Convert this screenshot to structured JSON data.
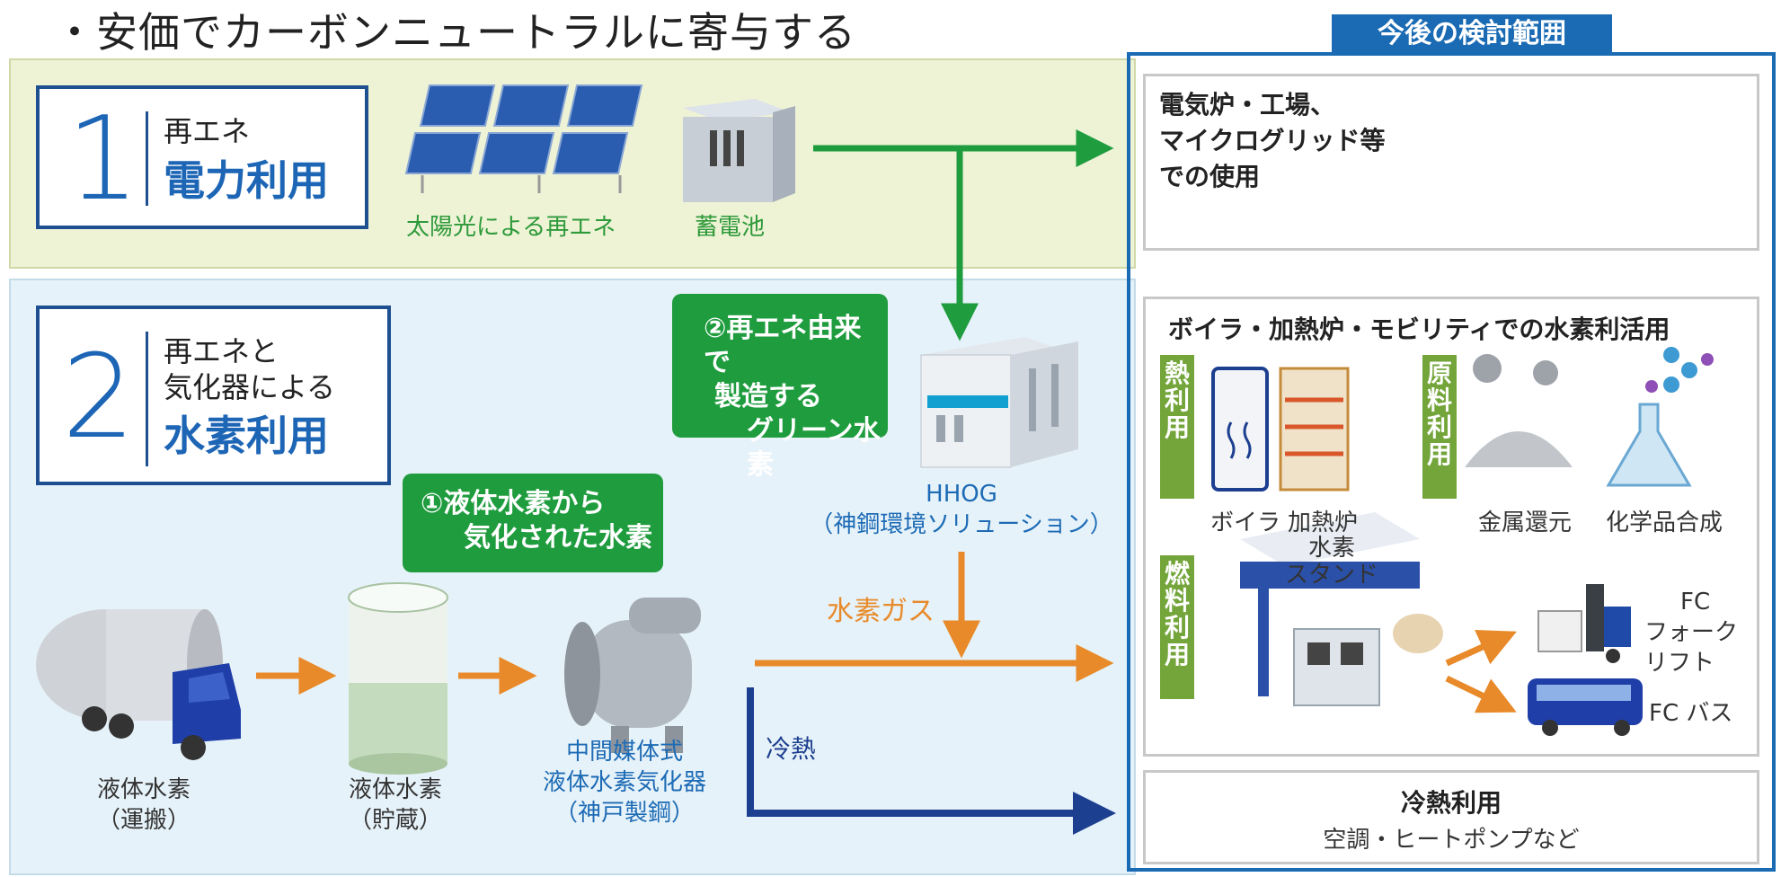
{
  "heading": "・安価でカーボンニュートラルに寄与する",
  "scope_label": "今後の検討範囲",
  "section1": {
    "number": "1",
    "line1": "再エネ",
    "line2": "電力利用"
  },
  "section2": {
    "number": "2",
    "line1": "再エネと",
    "line2": "気化器による",
    "line3": "水素利用"
  },
  "solar_label": "太陽光による再エネ",
  "battery_label": "蓄電池",
  "green_box1": {
    "line1": "②再エネ由来で",
    "line2": "製造する",
    "line3": "グリーン水素"
  },
  "green_box2": {
    "line1": "①液体水素から",
    "line2": "気化された水素"
  },
  "hhog": {
    "line1": "HHOG",
    "line2": "（神鋼環境ソリューション）"
  },
  "hydrogen_gas": "水素ガス",
  "cold_heat": "冷熱",
  "truck_label": {
    "line1": "液体水素",
    "line2": "（運搬）"
  },
  "tank_label": {
    "line1": "液体水素",
    "line2": "（貯蔵）"
  },
  "vaporizer_label": {
    "line1": "中間媒体式",
    "line2": "液体水素気化器",
    "line3": "（神戸製鋼）"
  },
  "panel_elec": {
    "line1": "電気炉・工場、",
    "line2": "マイクログリッド等",
    "line3": "での使用"
  },
  "panel_h2": {
    "title": "ボイラ・加熱炉・モビリティでの水素利活用",
    "tab_heat": "熱利用",
    "tab_raw": "原料利用",
    "tab_fuel": "燃料利用",
    "boiler": "ボイラ",
    "furnace": "加熱炉",
    "metal": "金属還元",
    "chem": "化学品合成",
    "station_line1": "水素",
    "station_line2": "スタンド",
    "forklift_line1": "FC",
    "forklift_line2": "フォークリフト",
    "bus": "FC バス"
  },
  "panel_cold": {
    "title": "冷熱利用",
    "subtitle": "空調・ヒートポンプなど"
  },
  "colors": {
    "green": "#1f9c3e",
    "orange": "#e88a2a",
    "navy": "#1d3f8f",
    "scope_blue": "#1a6bb4"
  }
}
